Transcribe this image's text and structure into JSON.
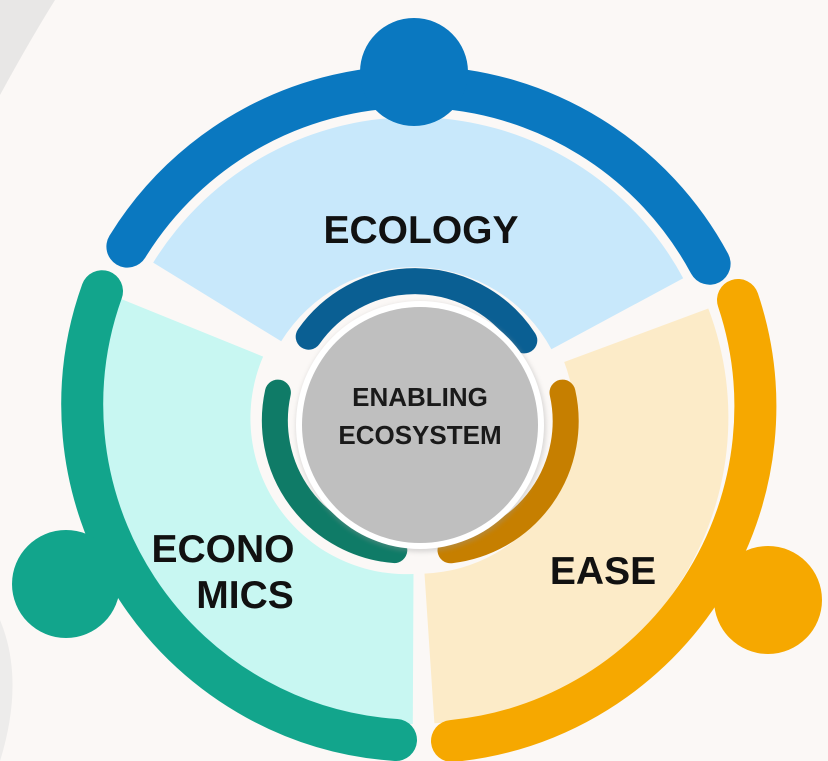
{
  "center": {
    "line1": "ENABLING",
    "line2": "ECOSYSTEM"
  },
  "segments": {
    "top": {
      "label": "ECOLOGY"
    },
    "left": {
      "line1": "ECONO",
      "line2": "MICS"
    },
    "right": {
      "label": "EASE"
    }
  },
  "colors": {
    "background": "#fbf8f6",
    "ecology_arc": "#0a78c0",
    "ecology_fill": "#c8e8fb",
    "ecology_inner": "#0a5f93",
    "economics_arc": "#12a58c",
    "economics_fill": "#c8f7f2",
    "economics_inner": "#0f7b67",
    "ease_arc": "#f6a800",
    "ease_fill": "#fcebc8",
    "ease_inner": "#c67f00",
    "hub_fill": "#bfbfbf",
    "hub_ring": "#ffffff"
  }
}
